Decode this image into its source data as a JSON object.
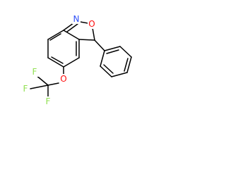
{
  "molecule": {
    "atoms": {
      "n": {
        "symbol": "N",
        "color": "#3050f8"
      },
      "o_ring": {
        "symbol": "O",
        "color": "#ff0d0d"
      },
      "o_ether": {
        "symbol": "O",
        "color": "#ff0d0d"
      },
      "f1": {
        "symbol": "F",
        "color": "#90e050"
      },
      "f2": {
        "symbol": "F",
        "color": "#90e050"
      },
      "f3": {
        "symbol": "F",
        "color": "#90e050"
      }
    },
    "bond_color": "#000000"
  }
}
